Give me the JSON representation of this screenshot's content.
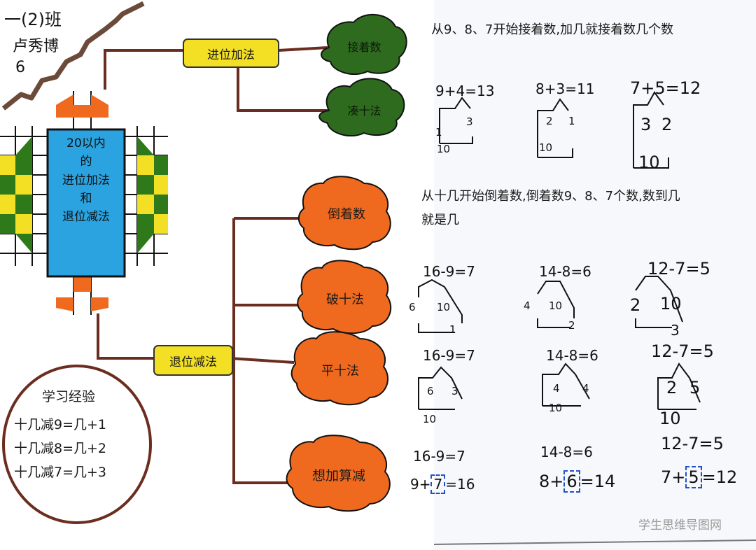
{
  "header": {
    "class_name": "一(2)班",
    "student_name": "卢秀博",
    "number": "6"
  },
  "center": {
    "line1": "20以内",
    "line2": "的",
    "line3": "进位加法",
    "line4": "和",
    "line5": "退位减法"
  },
  "branches": {
    "addition": {
      "label": "进位加法",
      "children": [
        "接着数",
        "凑十法"
      ]
    },
    "subtraction": {
      "label": "退位减法",
      "children": [
        "倒着数",
        "破十法",
        "平十法",
        "想加算减"
      ]
    }
  },
  "notes": {
    "count_on": "从9、8、7开始接着数,加几就接着数几个数",
    "count_back_1": "从十几开始倒着数,倒着数9、8、7个数,数到几",
    "count_back_2": "就是几"
  },
  "learning": {
    "title": "学习经验",
    "rules": [
      "十几减9=几+1",
      "十几减8=几+2",
      "十几减7=几+3"
    ]
  },
  "examples": {
    "add": [
      {
        "eq": "9+4=13",
        "left": "1",
        "right": "3",
        "bottom": "10"
      },
      {
        "eq": "8+3=11",
        "left": "2",
        "right": "1",
        "bottom": "10"
      },
      {
        "eq": "7+5=12",
        "left": "3",
        "right": "2",
        "bottom": "10"
      }
    ],
    "break_ten": [
      {
        "eq": "16-9=7",
        "left": "6",
        "right": "10",
        "bottom": "1"
      },
      {
        "eq": "14-8=6",
        "left": "4",
        "right": "10",
        "bottom": "2"
      },
      {
        "eq": "12-7=5",
        "left": "2",
        "right": "10",
        "bottom": "3"
      }
    ],
    "level_ten": [
      {
        "eq": "16-9=7",
        "left": "6",
        "right": "3",
        "bottom": "10"
      },
      {
        "eq": "14-8=6",
        "left": "4",
        "right": "4",
        "bottom": "10"
      },
      {
        "eq": "12-7=5",
        "left": "2",
        "right": "5",
        "bottom": "10"
      }
    ],
    "think_add": [
      {
        "eq": "16-9=7",
        "pre": "9+",
        "box": "7",
        "post": "=16"
      },
      {
        "eq": "14-8=6",
        "pre": "8+",
        "box": "6",
        "post": "=14"
      },
      {
        "eq": "12-7=5",
        "pre": "7+",
        "box": "5",
        "post": "=12"
      }
    ]
  },
  "watermark": "学生思维导图网",
  "colors": {
    "green": "#2e6b1f",
    "orange": "#ef6a1f",
    "yellow": "#f3df23",
    "blue": "#2aa3e0",
    "grid_yellow": "#f3df23"
  }
}
